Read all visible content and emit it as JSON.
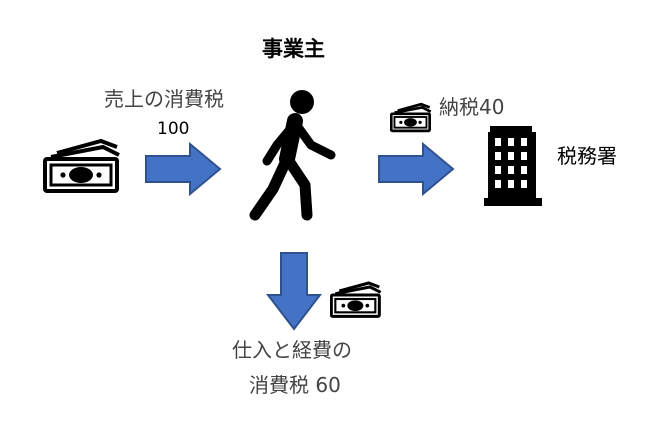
{
  "diagram": {
    "business_owner_label": "事業主",
    "sales_tax_label": "売上の消費税",
    "sales_tax_amount": "100",
    "tax_payment_label": "納税40",
    "tax_office_label": "税務署",
    "purchase_label_line1": "仕入と経費の",
    "purchase_label_line2": "消費税 60"
  },
  "colors": {
    "arrow_fill": "#4472c4",
    "arrow_stroke": "#2f528f",
    "icon": "#000000"
  },
  "icons": {
    "money_left": "money-stack-icon",
    "money_top_right": "money-stack-icon",
    "money_bottom": "money-stack-icon",
    "person": "walking-person-icon",
    "building": "office-building-icon"
  }
}
